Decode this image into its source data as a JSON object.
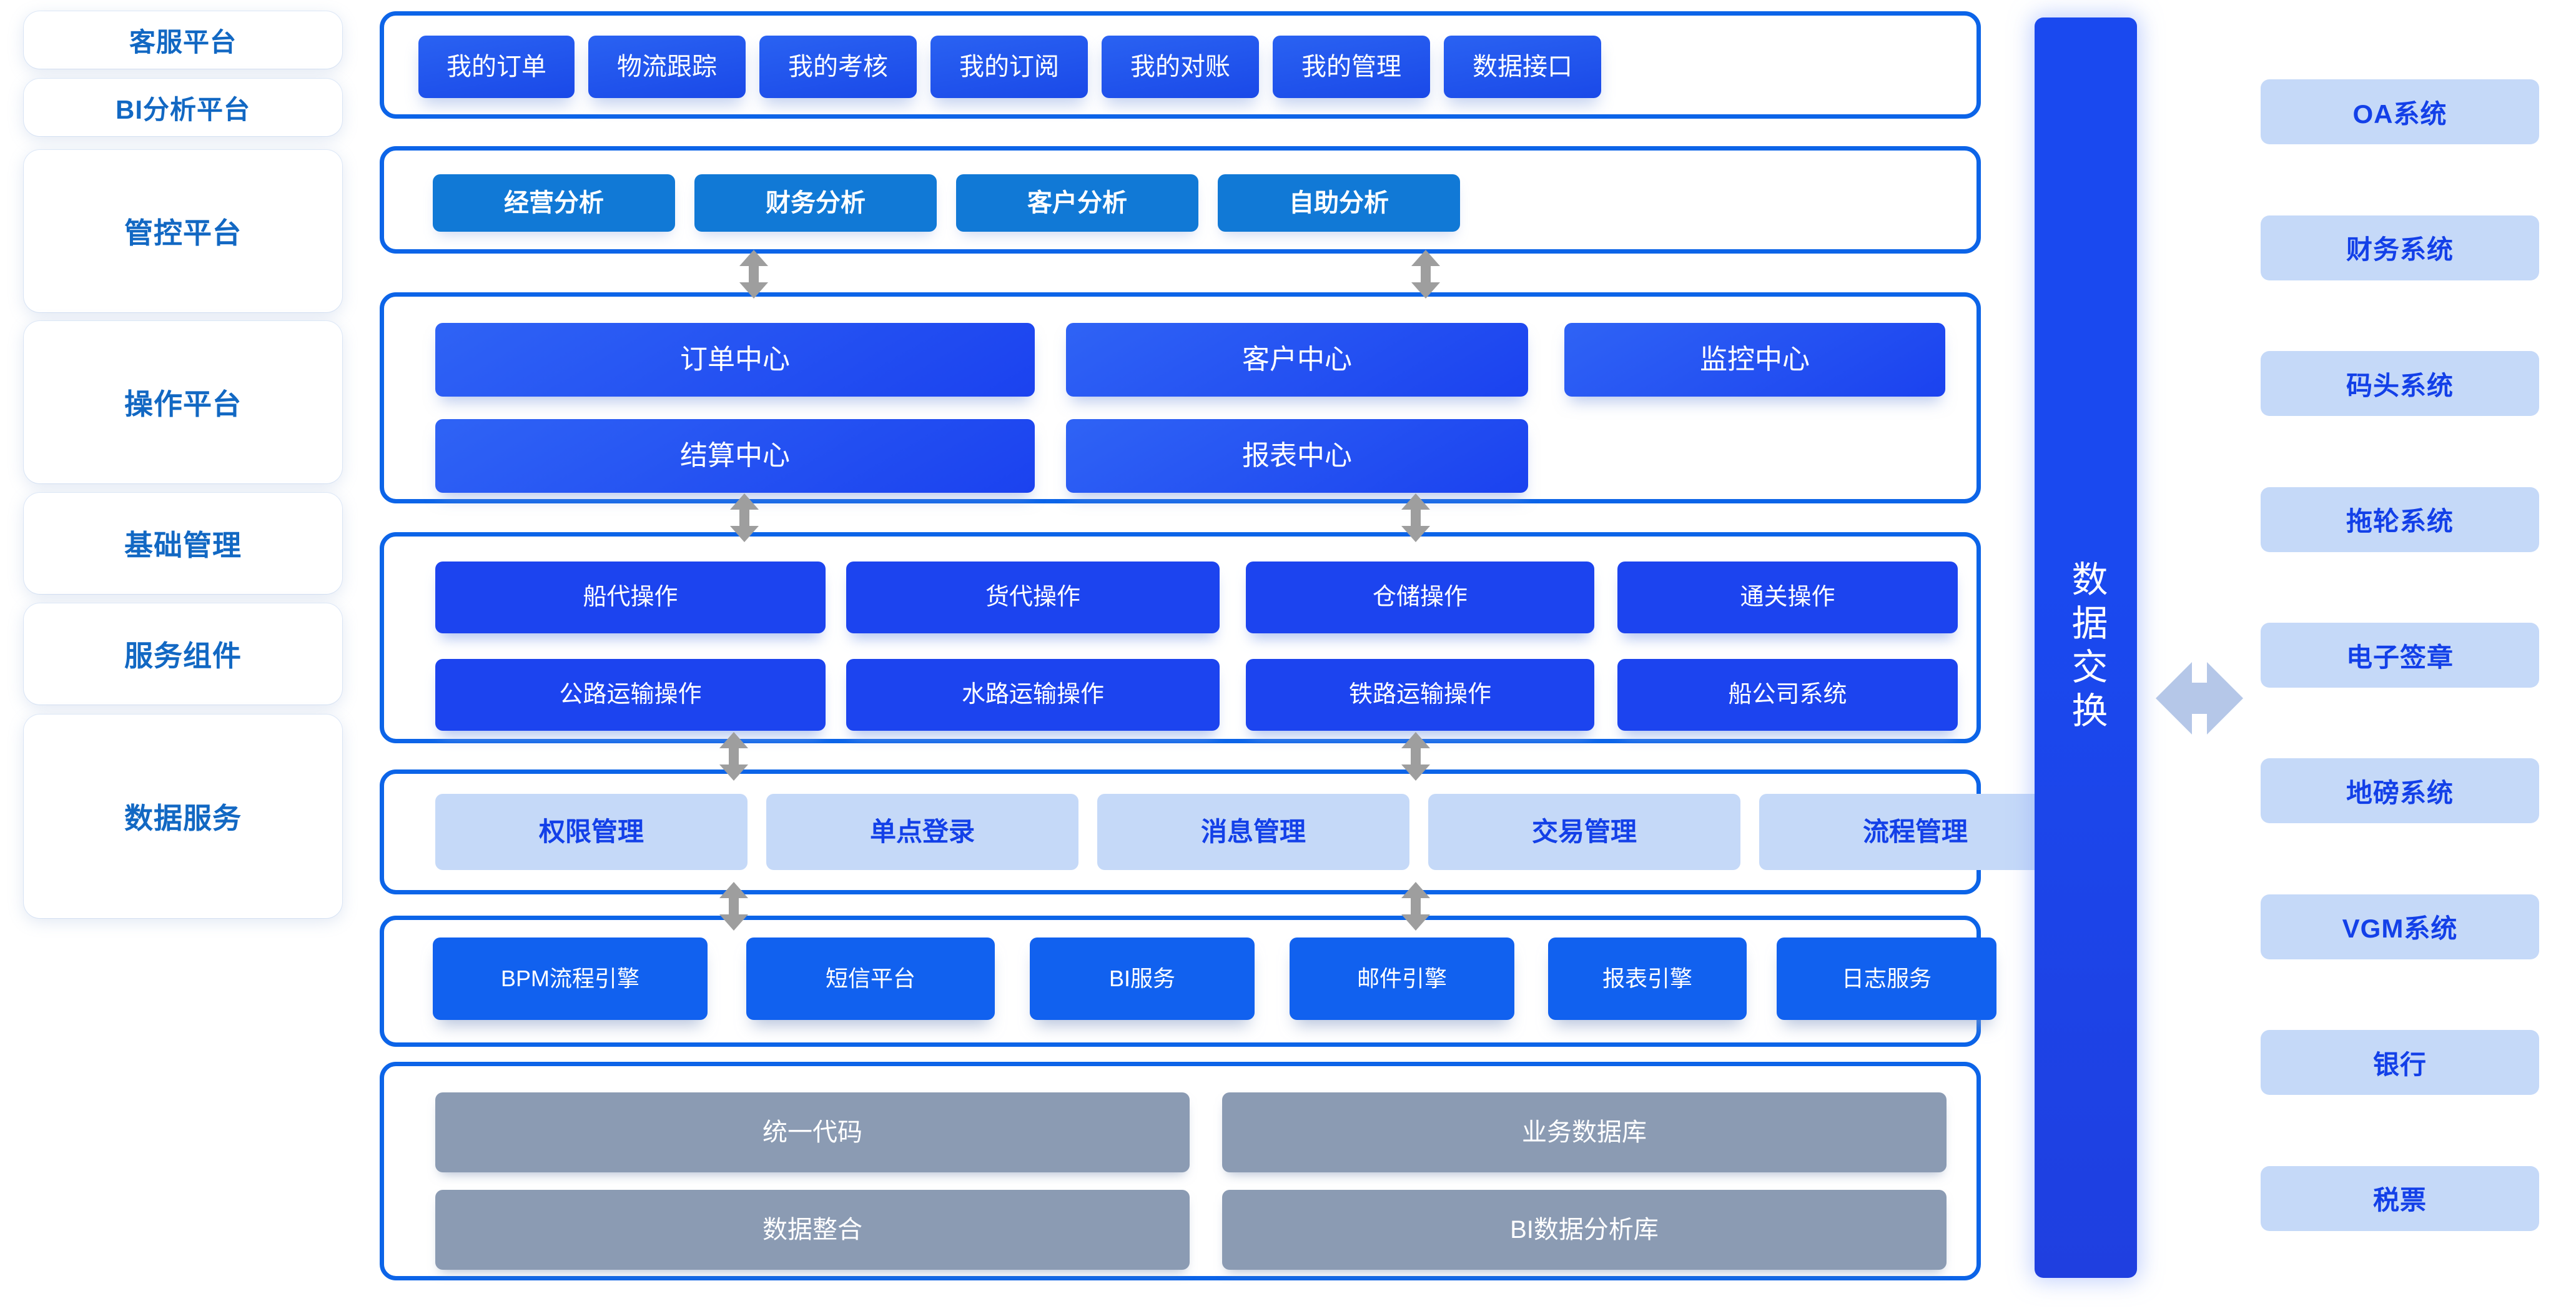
{
  "sidebar": {
    "items": [
      {
        "label": "客服平台"
      },
      {
        "label": "BI分析平台"
      },
      {
        "label": "管控平台"
      },
      {
        "label": "操作平台"
      },
      {
        "label": "基础管理"
      },
      {
        "label": "服务组件"
      },
      {
        "label": "数据服务"
      }
    ]
  },
  "panels": {
    "customer_service": {
      "items": [
        {
          "label": "我的订单"
        },
        {
          "label": "物流跟踪"
        },
        {
          "label": "我的考核"
        },
        {
          "label": "我的订阅"
        },
        {
          "label": "我的对账"
        },
        {
          "label": "我的管理"
        },
        {
          "label": "数据接口"
        }
      ]
    },
    "bi_analysis": {
      "items": [
        {
          "label": "经营分析"
        },
        {
          "label": "财务分析"
        },
        {
          "label": "客户分析"
        },
        {
          "label": "自助分析"
        }
      ]
    },
    "control_platform": {
      "items": [
        {
          "label": "订单中心"
        },
        {
          "label": "客户中心"
        },
        {
          "label": "监控中心"
        },
        {
          "label": "结算中心"
        },
        {
          "label": "报表中心"
        }
      ]
    },
    "operation_platform": {
      "items": [
        {
          "label": "船代操作"
        },
        {
          "label": "货代操作"
        },
        {
          "label": "仓储操作"
        },
        {
          "label": "通关操作"
        },
        {
          "label": "公路运输操作"
        },
        {
          "label": "水路运输操作"
        },
        {
          "label": "铁路运输操作"
        },
        {
          "label": "船公司系统"
        }
      ]
    },
    "basic_management": {
      "items": [
        {
          "label": "权限管理"
        },
        {
          "label": "单点登录"
        },
        {
          "label": "消息管理"
        },
        {
          "label": "交易管理"
        },
        {
          "label": "流程管理"
        }
      ]
    },
    "service_components": {
      "items": [
        {
          "label": "BPM流程引擎"
        },
        {
          "label": "短信平台"
        },
        {
          "label": "BI服务"
        },
        {
          "label": "邮件引擎"
        },
        {
          "label": "报表引擎"
        },
        {
          "label": "日志服务"
        }
      ]
    },
    "data_services": {
      "items": [
        {
          "label": "统一代码"
        },
        {
          "label": "业务数据库"
        },
        {
          "label": "数据整合"
        },
        {
          "label": "BI数据分析库"
        }
      ]
    }
  },
  "exchange_bar": {
    "label": "数据交换"
  },
  "external_systems": {
    "items": [
      {
        "label": "OA系统"
      },
      {
        "label": "财务系统"
      },
      {
        "label": "码头系统"
      },
      {
        "label": "拖轮系统"
      },
      {
        "label": "电子签章"
      },
      {
        "label": "地磅系统"
      },
      {
        "label": "VGM系统"
      },
      {
        "label": "银行"
      },
      {
        "label": "税票"
      }
    ]
  },
  "colors": {
    "panel_border": "#0c64e8",
    "accent_blue": "#1a49ef",
    "bi_blue": "#1179d6",
    "light_blue": "#c5d9f8",
    "grey_slate": "#8b9bb3",
    "arrow_grey": "#9e9e9e",
    "arrow_light": "#b5c7e8",
    "label_blue": "#1268c3"
  }
}
